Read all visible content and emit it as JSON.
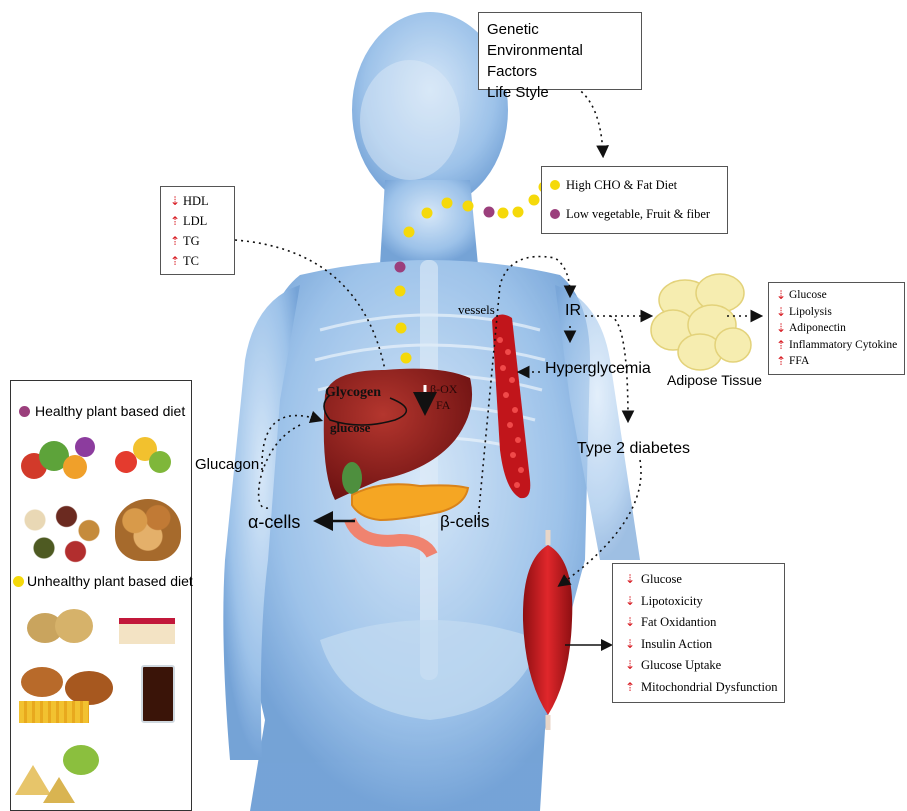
{
  "genetic_box": {
    "lines": [
      "Genetic",
      "Environmental Factors",
      "Life Style"
    ]
  },
  "diet_box": {
    "items": [
      {
        "dot": "#f5d90a",
        "label": "High CHO & Fat Diet"
      },
      {
        "dot": "#9b3f7c",
        "label": "Low vegetable, Fruit  & fiber"
      }
    ]
  },
  "lipid_box": {
    "items": [
      {
        "dir": "down",
        "label": "HDL"
      },
      {
        "dir": "up",
        "label": "LDL"
      },
      {
        "dir": "up",
        "label": "TG"
      },
      {
        "dir": "up",
        "label": "TC"
      }
    ]
  },
  "adipose_box": {
    "items": [
      {
        "dir": "down",
        "label": "Glucose"
      },
      {
        "dir": "down",
        "label": "Lipolysis"
      },
      {
        "dir": "down",
        "label": "Adiponectin"
      },
      {
        "dir": "up",
        "label": "Inflammatory Cytokine"
      },
      {
        "dir": "up",
        "label": "FFA"
      }
    ]
  },
  "muscle_box": {
    "items": [
      {
        "dir": "down",
        "label": "Glucose"
      },
      {
        "dir": "down",
        "label": "Lipotoxicity"
      },
      {
        "dir": "down",
        "label": "Fat Oxidantion"
      },
      {
        "dir": "down",
        "label": "Insulin Action"
      },
      {
        "dir": "down",
        "label": "Glucose Uptake"
      },
      {
        "dir": "up",
        "label": "Mitochondrial Dysfunction"
      }
    ]
  },
  "diet_panel": {
    "healthy_label": "Healthy plant based diet",
    "unhealthy_label": "Unhealthy plant based diet",
    "healthy_dot": "#9b3f7c",
    "unhealthy_dot": "#f5d90a"
  },
  "labels": {
    "vessels": "vessels",
    "ir": "IR",
    "hyperglycemia": "Hyperglycemia",
    "adipose_tissue": "Adipose Tissue",
    "type2": "Type 2 diabetes",
    "glucagon": "Glucagon",
    "alpha_cells": "α-cells",
    "beta_cells": "β-cells",
    "glycogen": "Glycogen",
    "glucose": "glucose",
    "beta_ox": "β-OX",
    "fa": "FA"
  },
  "colors": {
    "arrow_red": "#d71920",
    "body_blue": "#8ab8e8",
    "liver": "#8c1c1c",
    "yellow_dot": "#f5d90a",
    "purple_dot": "#9b3f7c"
  }
}
